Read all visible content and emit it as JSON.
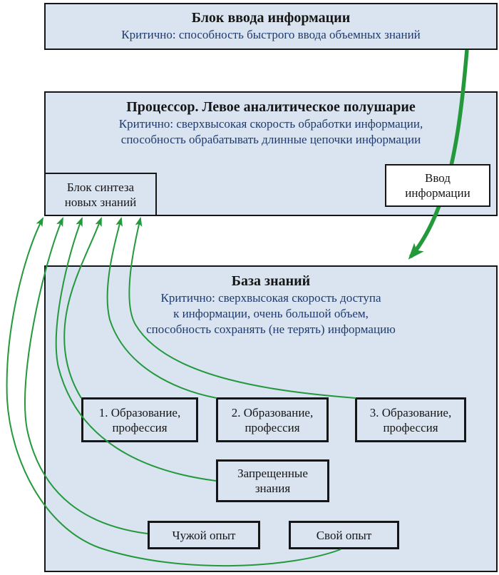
{
  "diagram": {
    "input_block": {
      "title": "Блок ввода информации",
      "subtitle": "Критично: способность быстрого ввода объемных знаний"
    },
    "processor_block": {
      "title": "Процессор. Левое аналитическое полушарие",
      "subtitle_line1": "Критично: сверхвысокая скорость обработки информации,",
      "subtitle_line2": "способность обрабатывать длинные цепочки информации"
    },
    "synthesis_box": {
      "line1": "Блок синтеза",
      "line2": "новых знаний"
    },
    "input_info_box": {
      "line1": "Ввод",
      "line2": "информации"
    },
    "knowledge_base": {
      "title": "База знаний",
      "subtitle_line1": "Критично: сверхвысокая скорость доступа",
      "subtitle_line2": "к информации, очень большой объем,",
      "subtitle_line3": "способность сохранять (не терять) информацию"
    },
    "kb_boxes": {
      "education1": {
        "line1": "1. Образование,",
        "line2": "профессия"
      },
      "education2": {
        "line1": "2. Образование,",
        "line2": "профессия"
      },
      "education3": {
        "line1": "3. Образование,",
        "line2": "профессия"
      },
      "forbidden": {
        "line1": "Запрещенные",
        "line2": "знания"
      },
      "others_experience": {
        "label": "Чужой опыт"
      },
      "own_experience": {
        "label": "Свой опыт"
      }
    },
    "colors": {
      "block_background": "#d9e4f0",
      "block_border": "#161616",
      "title_text": "#161616",
      "subtitle_text": "#1e3a6e",
      "arrow_green": "#23993c",
      "input_info_box_background": "#ffffff"
    }
  }
}
